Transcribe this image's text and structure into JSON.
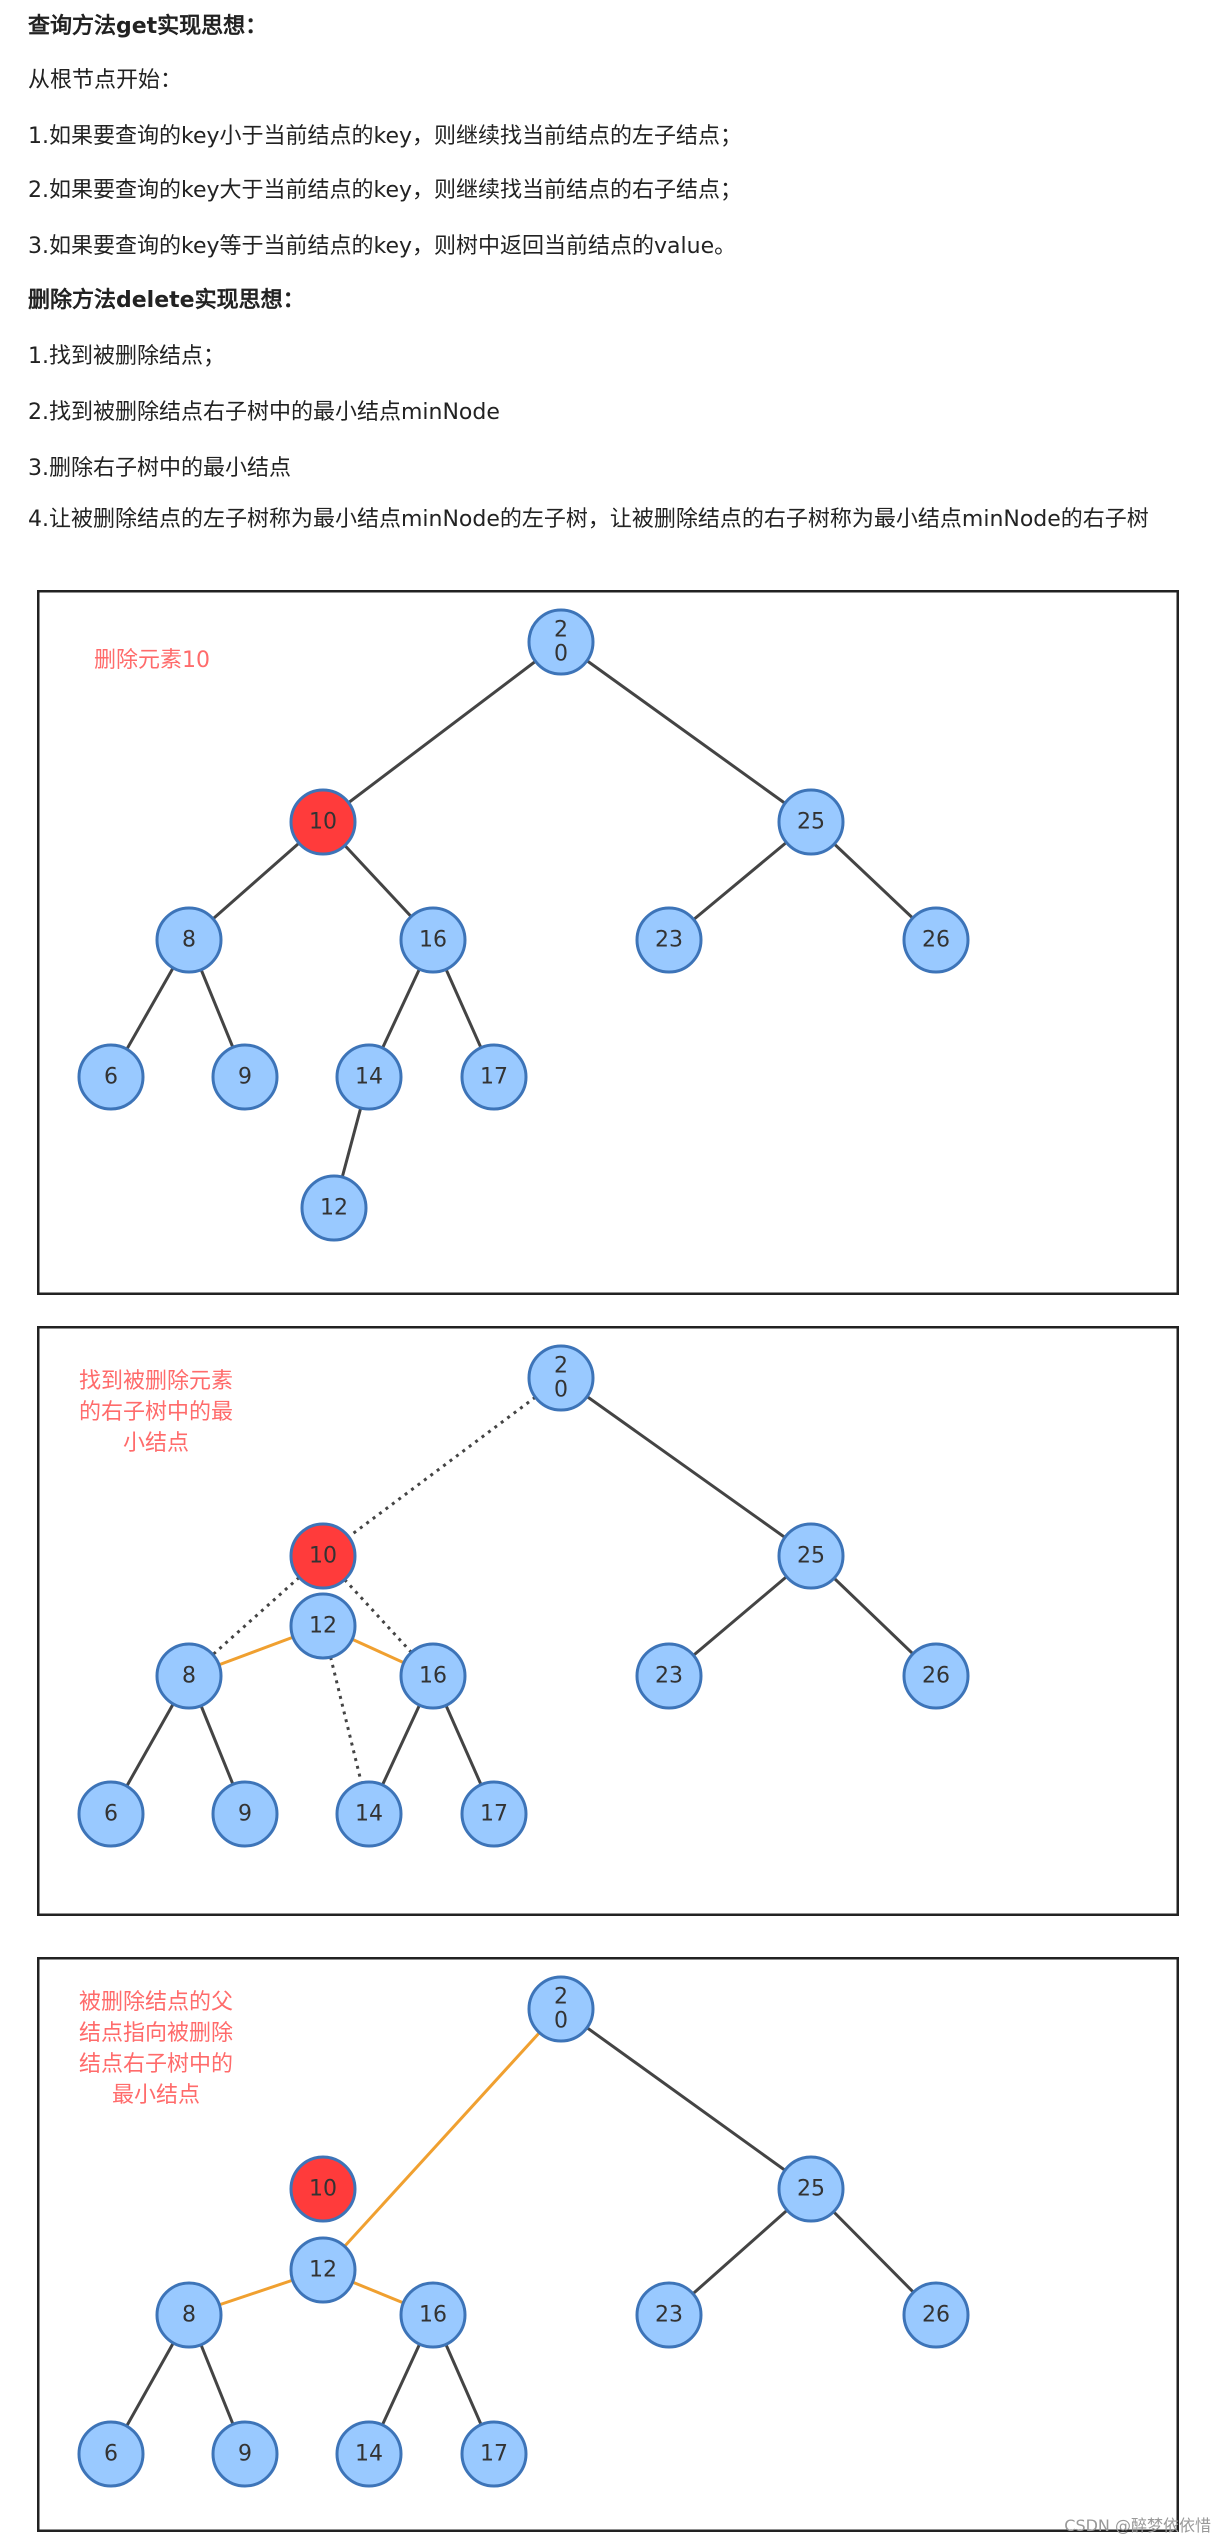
{
  "text": {
    "get_title": "查询方法get实现思想：",
    "get_start": "从根节点开始：",
    "get_1": "1.如果要查询的key小于当前结点的key，则继续找当前结点的左子结点；",
    "get_2": "2.如果要查询的key大于当前结点的key，则继续找当前结点的右子结点；",
    "get_3": "3.如果要查询的key等于当前结点的key，则树中返回当前结点的value。",
    "del_title": "删除方法delete实现思想：",
    "del_1": "1.找到被删除结点；",
    "del_2": "2.找到被删除结点右子树中的最小结点minNode",
    "del_3": "3.删除右子树中的最小结点",
    "del_4": "4.让被删除结点的左子树称为最小结点minNode的左子树，让被删除结点的右子树称为最小结点minNode的右子树"
  },
  "diagrams": {
    "d1": {
      "caption": [
        "删除元素10"
      ]
    },
    "d2": {
      "caption": [
        "找到被删除元素",
        "的右子树中的最",
        "小结点"
      ]
    },
    "d3": {
      "caption": [
        "被删除结点的父",
        "结点指向被删除",
        "结点右子树中的",
        "最小结点"
      ]
    }
  },
  "nodes": {
    "root": "2\n0",
    "n10": "10",
    "n25": "25",
    "n8": "8",
    "n16": "16",
    "n23": "23",
    "n26": "26",
    "n6": "6",
    "n9": "9",
    "n14": "14",
    "n17": "17",
    "n12": "12"
  },
  "colors": {
    "node_fill": "#99c9ff",
    "node_stroke": "#3d74b8",
    "deleted_fill": "#ff3b3b",
    "highlight_edge": "#f0a030",
    "edge": "#444444",
    "caption": "#ff6b6b",
    "frame": "#222222"
  },
  "footer": "CSDN @醉梦依依惜"
}
